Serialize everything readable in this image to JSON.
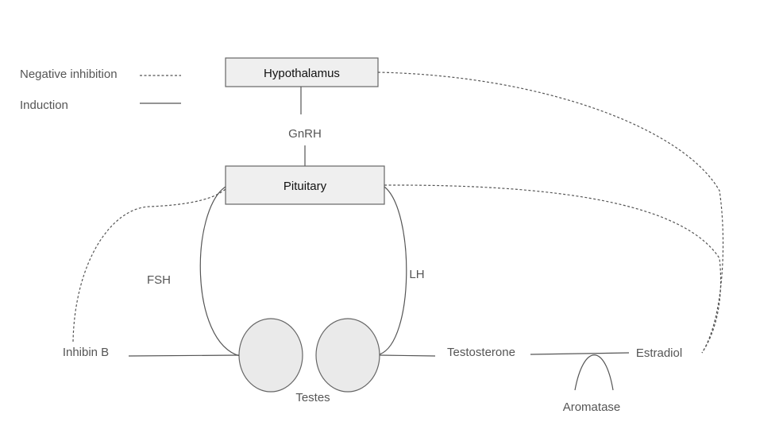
{
  "legend": {
    "negative_label": "Negative inhibition",
    "induction_label": "Induction"
  },
  "nodes": {
    "hypothalamus": "Hypothalamus",
    "pituitary": "Pituitary",
    "gnrh": "GnRH",
    "fsh": "FSH",
    "lh": "LH",
    "inhibin_b": "Inhibin B",
    "testes": "Testes",
    "testosterone": "Testosterone",
    "estradiol": "Estradiol",
    "aromatase": "Aromatase"
  }
}
